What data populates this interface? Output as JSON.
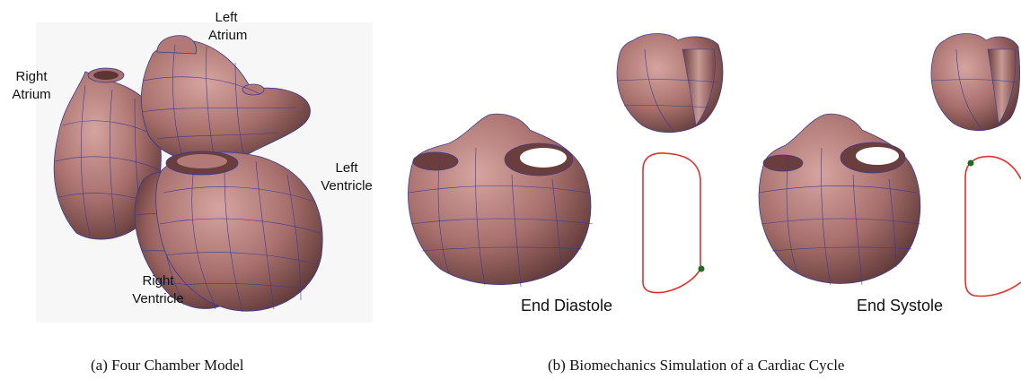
{
  "panel_a": {
    "labels": {
      "left_atrium": [
        "Left",
        "Atrium"
      ],
      "right_atrium": [
        "Right",
        "Atrium"
      ],
      "left_ventricle": [
        "Left",
        "Ventricle"
      ],
      "right_ventricle": [
        "Right",
        "Ventricle"
      ]
    },
    "caption": "(a)  Four Chamber Model"
  },
  "panel_b": {
    "end_diastole": "End Diastole",
    "end_systole": "End Systole",
    "caption": "(b)  Biomechanics Simulation of a Cardiac Cycle"
  },
  "colors": {
    "tissue": "#a8706c",
    "mesh": "#3a3a9a",
    "pv_loop": "#e0302a",
    "marker": "#1e6b22"
  }
}
